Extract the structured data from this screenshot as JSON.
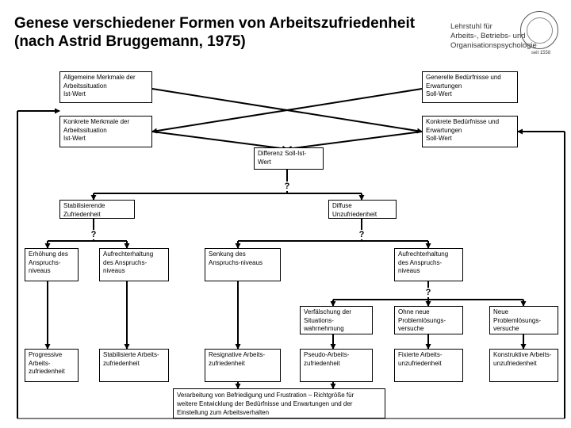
{
  "header": {
    "title": "Genese verschiedener Formen von Arbeitszufriedenheit (nach Astrid Bruggemann, 1975)",
    "org_lines": [
      "Lehrstuhl für",
      "Arbeits-, Betriebs- und",
      "Organisationspsychologie"
    ],
    "seal_year": "seit 1558"
  },
  "boxes": {
    "allg_merkmale": [
      "Allgemeine Merkmale der",
      "Arbeitssituation",
      "Ist-Wert"
    ],
    "gen_beduerfnisse": [
      "Generelle Bedürfnisse und",
      "Erwartungen",
      "Soll-Wert"
    ],
    "konk_merkmale": [
      "Konkrete Merkmale der",
      "Arbeitssituation",
      "Ist-Wert"
    ],
    "konk_beduerfnisse": [
      "Konkrete Bedürfnisse und",
      "Erwartungen",
      "Soll-Wert"
    ],
    "differenz": [
      "Differenz Soll-Ist-",
      "Wert"
    ],
    "stabilisierend": [
      "Stabilisierende",
      "Zufriedenheit"
    ],
    "diffus": [
      "Diffuse",
      "Unzufriedenheit"
    ],
    "erhoehung": [
      "Erhöhung des",
      "Anspruchs-",
      "niveaus"
    ],
    "aufrecht1": [
      "Aufrechterhaltung",
      "des Anspruchs-",
      "niveaus"
    ],
    "senkung": [
      "Senkung des",
      "Anspruchs-niveaus"
    ],
    "aufrecht2": [
      "Aufrechterhaltung",
      "des Anspruchs-",
      "niveaus"
    ],
    "verfaelschung": [
      "Verfälschung der",
      "Situations-",
      "wahrnehmung"
    ],
    "ohne_neue": [
      "Ohne neue",
      "Problemlösungs-",
      "versuche"
    ],
    "neue": [
      "Neue",
      "Problemlösungs-",
      "versuche"
    ],
    "progressive": [
      "Progressive",
      "Arbeits-",
      "zufriedenheit"
    ],
    "stabilisierte": [
      "Stabilisierte Arbeits-",
      "zufriedenheit"
    ],
    "resignative": [
      "Resignative Arbeits-",
      "zufriedenheit"
    ],
    "pseudo": [
      "Pseudo-Arbeits-",
      "zufriedenheit"
    ],
    "fixierte": [
      "Fixierte Arbeits-",
      "unzufriedenheit"
    ],
    "konstruktive": [
      "Konstruktive Arbeits-",
      "unzufriedenheit"
    ],
    "verarbeitung": [
      "Verarbeitung von Befriedigung und Frustration – Richtgröße für",
      "weitere Entwicklung der Bedürfnisse und Erwartungen und der",
      "Einstellung zum Arbeitsverhalten"
    ]
  },
  "decisions": {
    "q1": "?",
    "q2": "?",
    "q3": "?",
    "q4": "?"
  }
}
